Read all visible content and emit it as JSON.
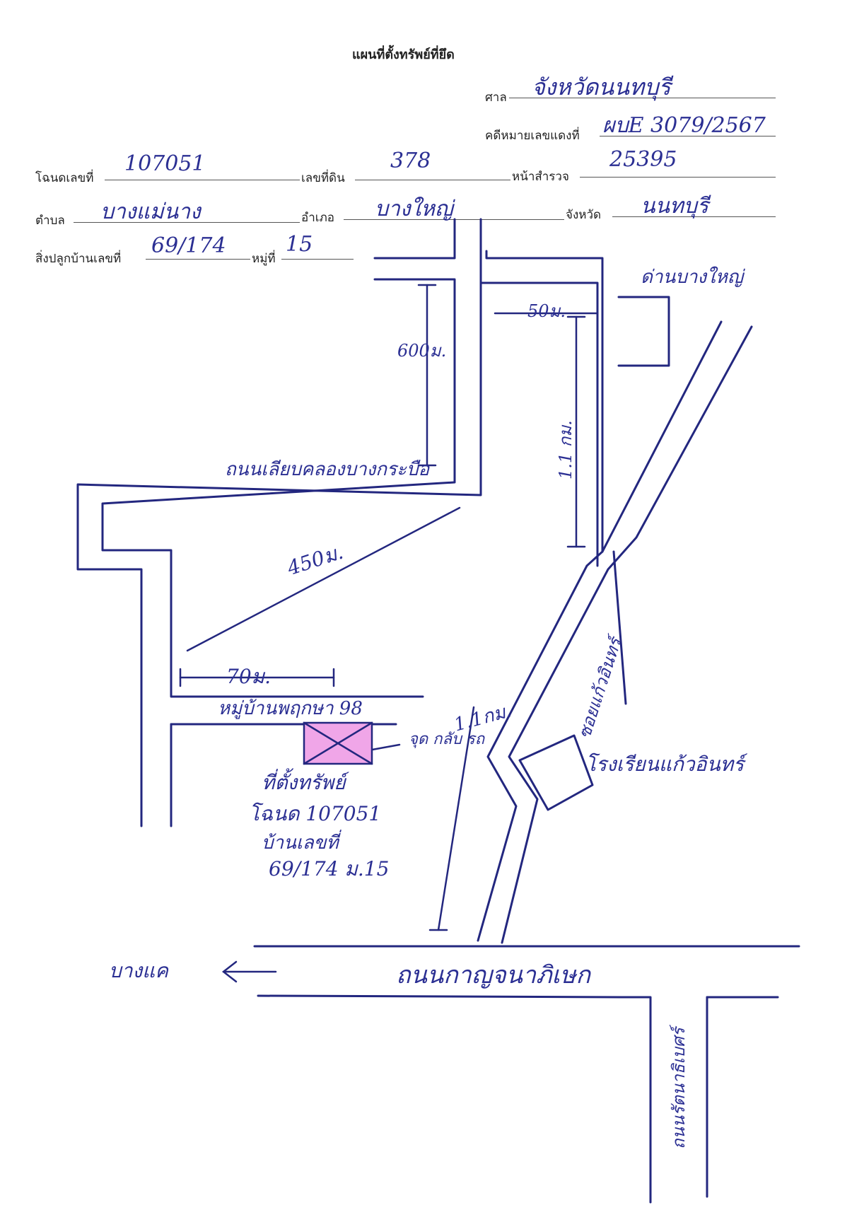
{
  "header": {
    "title": "แผนที่ตั้งทรัพย์ที่ยึด",
    "court_label": "ศาล",
    "court_value": "จังหวัดนนทบุรี",
    "case_label": "คดีหมายเลขแดงที่",
    "case_value": "ผบE 3079/2567"
  },
  "fields": {
    "deed_label": "โฉนดเลขที่",
    "deed_value": "107051",
    "land_no_label": "เลขที่ดิน",
    "land_no_value": "378",
    "survey_page_label": "หน้าสำรวจ",
    "survey_page_value": "25395",
    "subdistrict_label": "ตำบล",
    "subdistrict_value": "บางแม่นาง",
    "district_label": "อำเภอ",
    "district_value": "บางใหญ่",
    "province_label": "จังหวัด",
    "province_value": "นนทบุรี",
    "house_no_label": "สิ่งปลูกบ้านเลขที่",
    "house_no_value": "69/174",
    "moo_label": "หมู่ที่",
    "moo_value": "15"
  },
  "map": {
    "toll_gate": "ด่านบางใหญ่",
    "dist_50m": "50ม.",
    "dist_600m": "600ม.",
    "canal_road": "ถนนเลียบคลองบางกระบือ",
    "dist_1_1km_right": "1.1 กม.",
    "dist_450m": "450ม.",
    "dist_70m": "70ม.",
    "village": "หมู่บ้านพฤกษา 98",
    "parking": "จุด กลับ รถ",
    "property_label_1": "ที่ตั้งทรัพย์",
    "property_label_2": "โฉนด 107051",
    "property_label_3": "บ้านเลขที่",
    "property_label_4": "69/174 ม.15",
    "dist_1_1km_left": "1.1กม.",
    "soi": "ซอยแก้วอินทร์",
    "school": "โรงเรียนแก้วอินทร์",
    "bang_khae": "บางแค",
    "main_road": "ถนนกาญจนาภิเษก",
    "rattanathibet": "ถนนรัตนาธิเบศร์",
    "property_fill": "#f0a6e8",
    "ink_color": "#23277f"
  }
}
